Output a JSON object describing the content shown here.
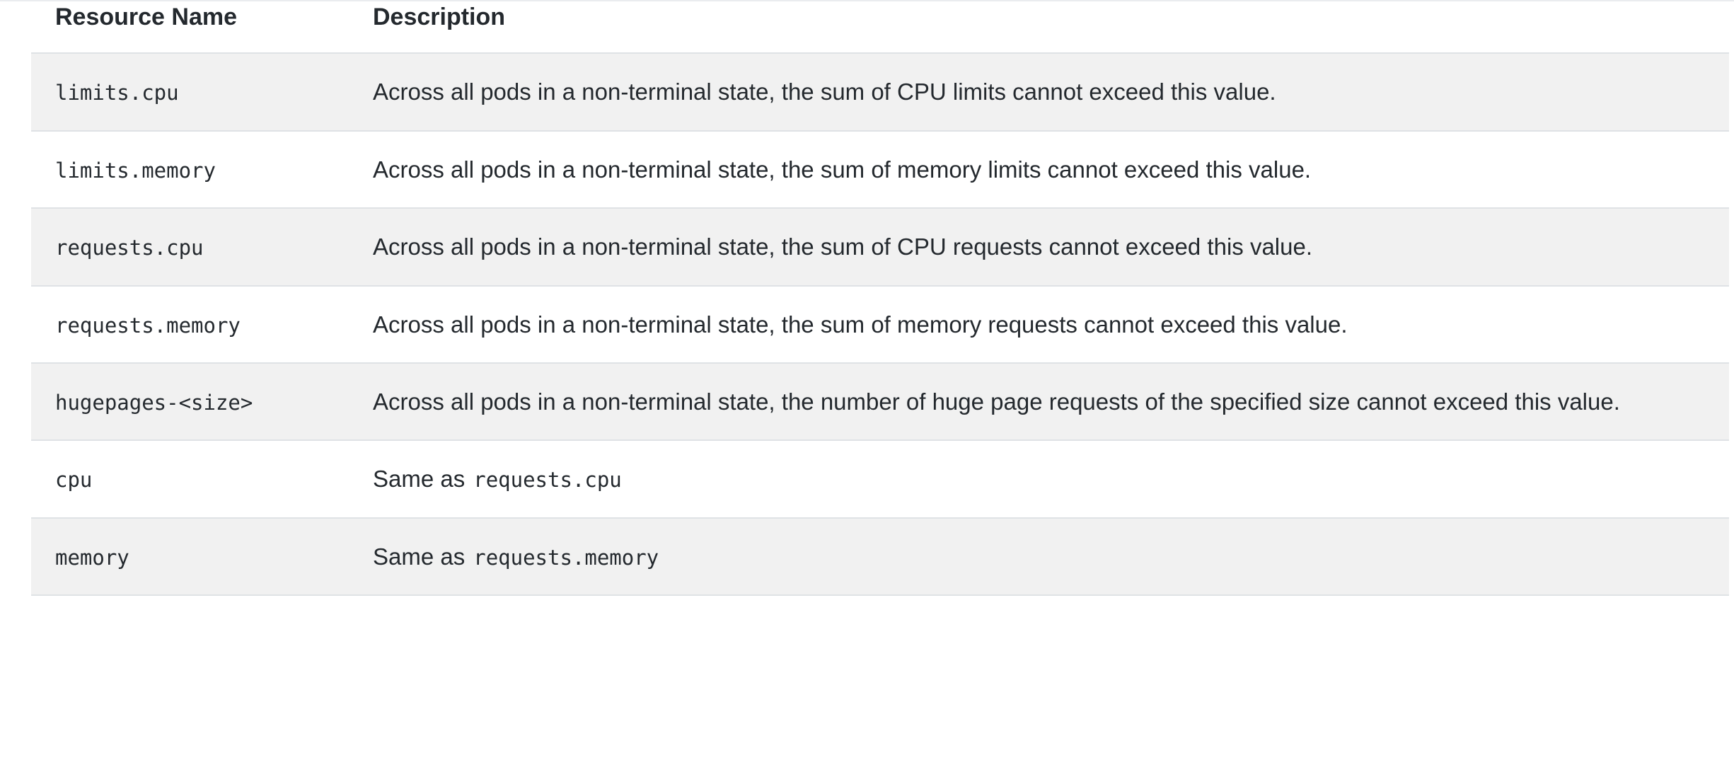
{
  "table": {
    "columns": [
      {
        "key": "name",
        "label": "Resource Name"
      },
      {
        "key": "description",
        "label": "Description"
      }
    ],
    "colors": {
      "stripe_background": "#f1f1f1",
      "row_background": "#ffffff",
      "border": "#dfe2e5",
      "text": "#24292e",
      "page_background": "#ffffff"
    },
    "rows": [
      {
        "name": "limits.cpu",
        "name_is_code": true,
        "description": "Across all pods in a non-terminal state, the sum of CPU limits cannot exceed this value.",
        "description_prefix": "",
        "description_code": "",
        "striped": true
      },
      {
        "name": "limits.memory",
        "name_is_code": true,
        "description": "Across all pods in a non-terminal state, the sum of memory limits cannot exceed this value.",
        "description_prefix": "",
        "description_code": "",
        "striped": false
      },
      {
        "name": "requests.cpu",
        "name_is_code": true,
        "description": "Across all pods in a non-terminal state, the sum of CPU requests cannot exceed this value.",
        "description_prefix": "",
        "description_code": "",
        "striped": true
      },
      {
        "name": "requests.memory",
        "name_is_code": true,
        "description": "Across all pods in a non-terminal state, the sum of memory requests cannot exceed this value.",
        "description_prefix": "",
        "description_code": "",
        "striped": false
      },
      {
        "name": "hugepages-<size>",
        "name_is_code": true,
        "description": "Across all pods in a non-terminal state, the number of huge page requests of the specified size cannot exceed this value.",
        "description_prefix": "",
        "description_code": "",
        "striped": true
      },
      {
        "name": "cpu",
        "name_is_code": true,
        "description": "",
        "description_prefix": "Same as",
        "description_code": "requests.cpu",
        "striped": false
      },
      {
        "name": "memory",
        "name_is_code": true,
        "description": "",
        "description_prefix": "Same as",
        "description_code": "requests.memory",
        "striped": true
      }
    ]
  }
}
